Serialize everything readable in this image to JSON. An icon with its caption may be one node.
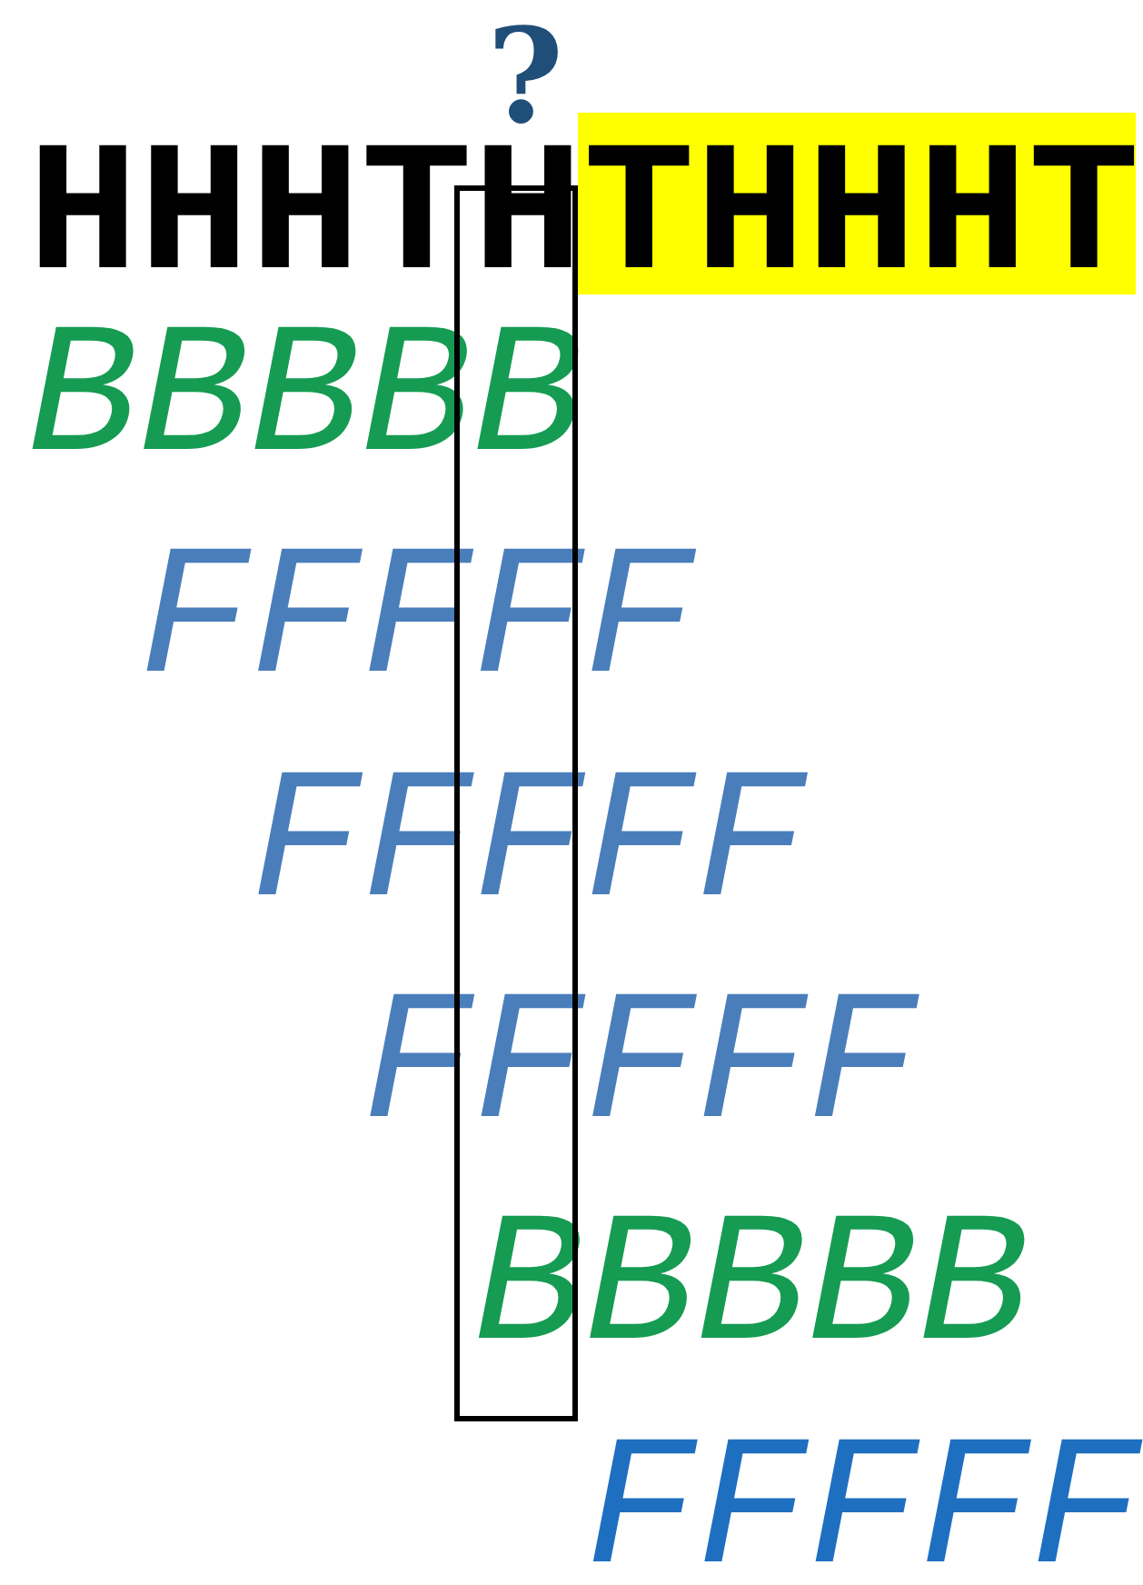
{
  "diagram": {
    "labels": [
      "?",
      "HHHTHTHHHT",
      "BBBBB",
      "FFFFF",
      "FFFFF",
      "FFFFF",
      "BBBBB",
      "FFFFF"
    ]
  }
}
